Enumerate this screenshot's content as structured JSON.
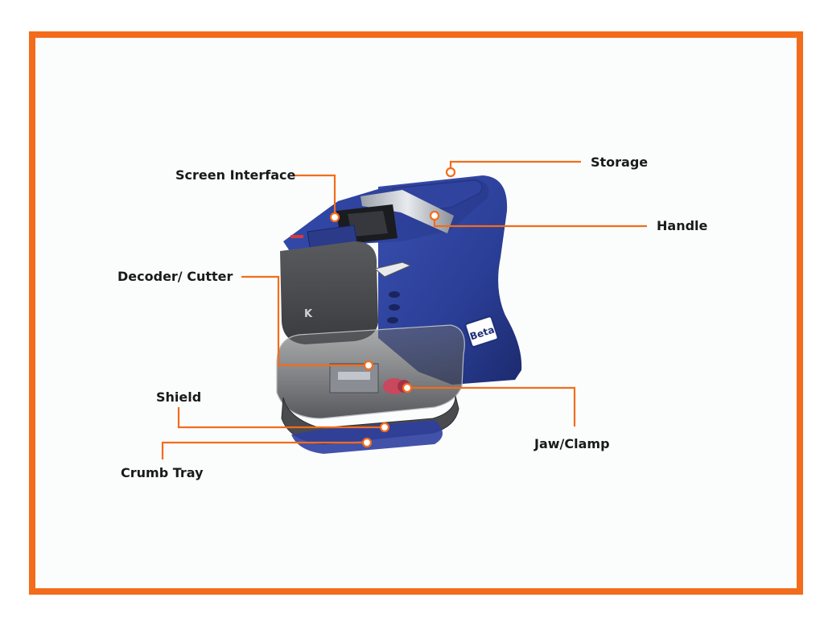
{
  "colors": {
    "frame": "#f36c1b",
    "callout": "#f36c1b",
    "body": "#2a3e96",
    "body_dark": "#1f2f78",
    "panel": "#4a4b4e",
    "label_text": "#1a1a1a"
  },
  "labels": {
    "screen_interface": "Screen Interface",
    "storage": "Storage",
    "handle": "Handle",
    "decoder_cutter": "Decoder/ Cutter",
    "shield": "Shield",
    "jaw_clamp": "Jaw/Clamp",
    "crumb_tray": "Crumb Tray"
  },
  "device": {
    "brand": "Beta"
  }
}
